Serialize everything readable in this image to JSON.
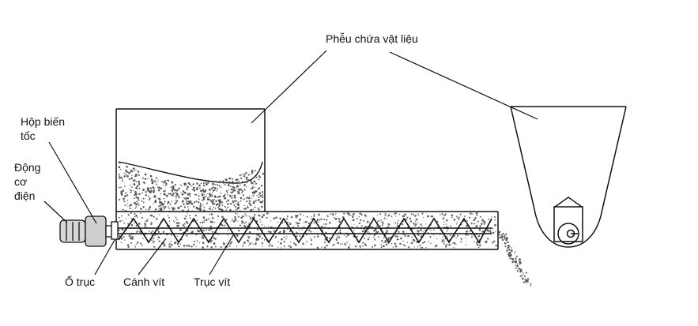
{
  "labels": {
    "hopper": "Phễu chứa vật liệu",
    "gearbox_line1": "Hộp biến",
    "gearbox_line2": "tốc",
    "motor_line1": "Động",
    "motor_line2": "cơ",
    "motor_line3": "điện",
    "bearing": "Ổ trục",
    "flight": "Cánh vít",
    "shaft": "Trục vít"
  }
}
